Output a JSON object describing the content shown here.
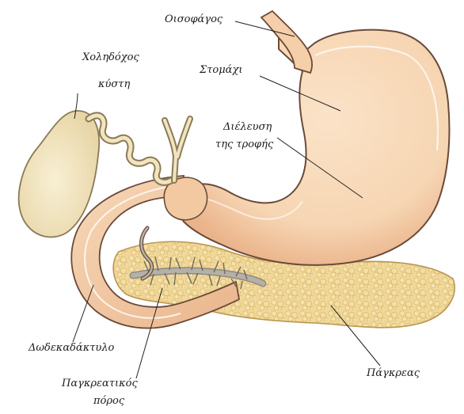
{
  "labels": {
    "esophagus": "Οισοφάγος",
    "gallbladder_1": "Χοληδόχος",
    "gallbladder_2": "κύστη",
    "stomach": "Στομάχι",
    "food_path_1": "Διέλευση",
    "food_path_2": "της τροφής",
    "duodenum": "Δωδεκαδάκτυλο",
    "pancreatic_duct_1": "Παγκρεατικός",
    "pancreatic_duct_2": "πόρος",
    "pancreas": "Πάγκρεας"
  },
  "colors": {
    "organ_fill": "#f6d5b2",
    "organ_shade": "#eab38a",
    "gallbladder_fill": "#f4e8c4",
    "pancreas_fill": "#f0d79a",
    "pancreas_shade": "#d8b768",
    "duct_gray": "#a3a09a",
    "outline": "#6a4a3a",
    "leader": "#222222"
  }
}
